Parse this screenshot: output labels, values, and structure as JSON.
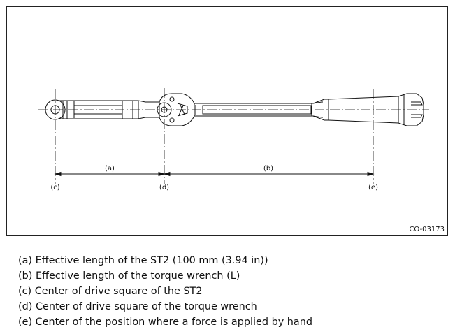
{
  "figure": {
    "code": "CO-03173",
    "labels": {
      "a": "(a)",
      "b": "(b)",
      "c": "(c)",
      "d": "(d)",
      "e": "(e)"
    }
  },
  "legend": [
    {
      "text": "(a) Effective length of the ST2 (100 mm (3.94 in))"
    },
    {
      "text": "(b) Effective length of the torque wrench (L)"
    },
    {
      "text": "(c) Center of drive square of the ST2"
    },
    {
      "text": "(d) Center of drive square of the torque wrench"
    },
    {
      "text": "(e) Center of the position where a force is applied by hand"
    }
  ]
}
